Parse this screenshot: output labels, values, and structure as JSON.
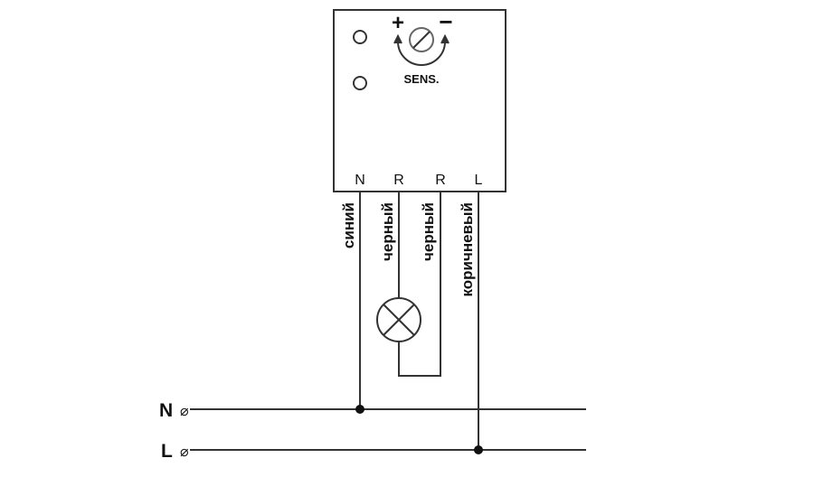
{
  "device": {
    "sensitivity_label": "SENS.",
    "plus": "+",
    "minus": "−",
    "terminals": [
      "N",
      "R",
      "R",
      "L"
    ]
  },
  "wires": {
    "n_wire": "синий",
    "r1_wire": "черный",
    "r2_wire": "черный",
    "l_wire": "коричневый"
  },
  "mains": {
    "neutral": "N",
    "line": "L",
    "terminal_symbol": "⌀"
  }
}
